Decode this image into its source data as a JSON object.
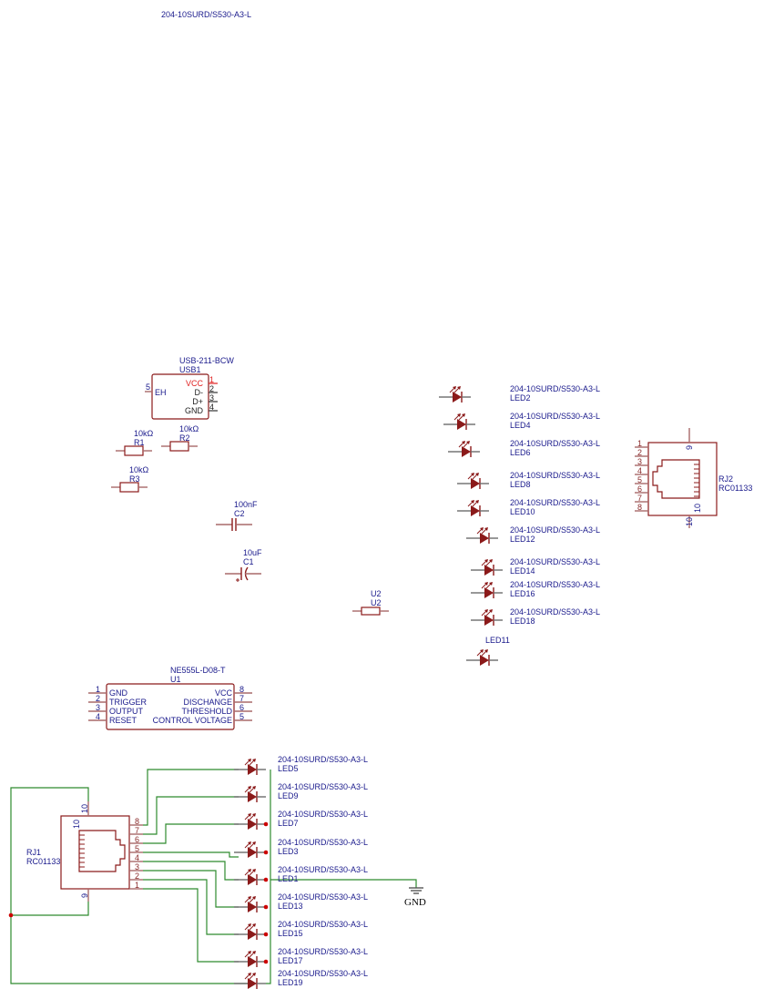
{
  "stray_label": "204-10SURD/S530-A3-L",
  "usb": {
    "ref": "USB1",
    "value": "USB-211-BCW",
    "pins": [
      {
        "num": "1",
        "name": "VCC"
      },
      {
        "num": "2",
        "name": "D-"
      },
      {
        "num": "3",
        "name": "D+"
      },
      {
        "num": "4",
        "name": "GND"
      }
    ],
    "eh_num": "5",
    "eh_name": "EH"
  },
  "resistors": [
    {
      "ref": "R1",
      "value": "10kΩ"
    },
    {
      "ref": "R2",
      "value": "10kΩ"
    },
    {
      "ref": "R3",
      "value": "10kΩ"
    }
  ],
  "capacitors": [
    {
      "ref": "C2",
      "value": "100nF"
    },
    {
      "ref": "C1",
      "value": "10uF"
    }
  ],
  "u2": {
    "ref": "U2",
    "value": "U2"
  },
  "ne555": {
    "ref": "U1",
    "value": "NE555L-D08-T",
    "left_pins": [
      {
        "num": "1",
        "name": "GND"
      },
      {
        "num": "2",
        "name": "TRIGGER"
      },
      {
        "num": "3",
        "name": "OUTPUT"
      },
      {
        "num": "4",
        "name": "RESET"
      }
    ],
    "right_pins": [
      {
        "num": "8",
        "name": "VCC"
      },
      {
        "num": "7",
        "name": "DISCHANGE"
      },
      {
        "num": "6",
        "name": "THRESHOLD"
      },
      {
        "num": "5",
        "name": "CONTROL VOLTAGE"
      }
    ]
  },
  "rj2": {
    "ref": "RJ2",
    "value": "RC01133",
    "pins": [
      "1",
      "2",
      "3",
      "4",
      "5",
      "6",
      "7",
      "8"
    ],
    "top_pin": "9",
    "bottom_pin": "10"
  },
  "rj1": {
    "ref": "RJ1",
    "value": "RC01133",
    "pins": [
      "8",
      "7",
      "6",
      "5",
      "4",
      "3",
      "2",
      "1"
    ],
    "top_pin": "10",
    "bottom_pin": "9"
  },
  "leds_upper": [
    {
      "ref": "LED2",
      "value": "204-10SURD/S530-A3-L"
    },
    {
      "ref": "LED4",
      "value": "204-10SURD/S530-A3-L"
    },
    {
      "ref": "LED6",
      "value": "204-10SURD/S530-A3-L"
    },
    {
      "ref": "LED8",
      "value": "204-10SURD/S530-A3-L"
    },
    {
      "ref": "LED10",
      "value": "204-10SURD/S530-A3-L"
    },
    {
      "ref": "LED12",
      "value": "204-10SURD/S530-A3-L"
    },
    {
      "ref": "LED14",
      "value": "204-10SURD/S530-A3-L"
    },
    {
      "ref": "LED16",
      "value": "204-10SURD/S530-A3-L"
    },
    {
      "ref": "LED18",
      "value": "204-10SURD/S530-A3-L"
    }
  ],
  "led11": {
    "ref": "LED11"
  },
  "leds_lower": [
    {
      "ref": "LED5",
      "value": "204-10SURD/S530-A3-L"
    },
    {
      "ref": "LED9",
      "value": "204-10SURD/S530-A3-L"
    },
    {
      "ref": "LED7",
      "value": "204-10SURD/S530-A3-L"
    },
    {
      "ref": "LED3",
      "value": "204-10SURD/S530-A3-L"
    },
    {
      "ref": "LED1",
      "value": "204-10SURD/S530-A3-L"
    },
    {
      "ref": "LED13",
      "value": "204-10SURD/S530-A3-L"
    },
    {
      "ref": "LED15",
      "value": "204-10SURD/S530-A3-L"
    },
    {
      "ref": "LED17",
      "value": "204-10SURD/S530-A3-L"
    },
    {
      "ref": "LED19",
      "value": "204-10SURD/S530-A3-L"
    }
  ],
  "gnd": {
    "label": "GND"
  },
  "colors": {
    "symbol": "#8b1a1a",
    "text": "#1a1a8c",
    "wire": "#2e8b2e",
    "junction": "#cc0000"
  }
}
